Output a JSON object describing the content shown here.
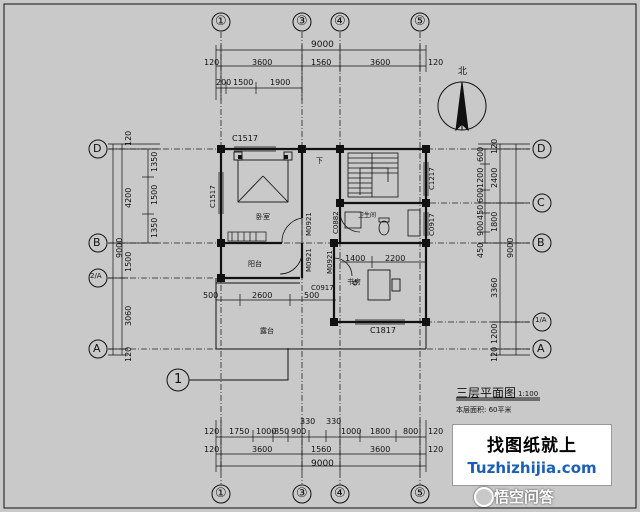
{
  "axes": {
    "columns": [
      "①",
      "③",
      "④",
      "⑤"
    ],
    "rows": [
      "D",
      "C",
      "B",
      "2/A",
      "1/A",
      "A"
    ],
    "extra": "1"
  },
  "dims": {
    "top_total": "9000",
    "top_parts": [
      "120",
      "3600",
      "1560",
      "3600",
      "120"
    ],
    "top_sub": [
      "200",
      "1500",
      "1900"
    ],
    "bottom_total": "9000",
    "bottom_parts": [
      "120",
      "3600",
      "1560",
      "3600",
      "120"
    ],
    "bottom_sub": [
      "120",
      "1750",
      "1000",
      "850",
      "900",
      "330",
      "1000",
      "1800",
      "800",
      "120"
    ],
    "bottom_sub2": [
      "330",
      "330"
    ],
    "left_outer": [
      "120",
      "4200",
      "1500",
      "3060",
      "120"
    ],
    "left_total": "9000",
    "left_inner": [
      "1350",
      "1500",
      "1350"
    ],
    "right_inner": [
      "600",
      "1200",
      "600",
      "450",
      "900",
      "450"
    ],
    "right_outer": [
      "120",
      "2400",
      "1800",
      "3360",
      "1200",
      "120"
    ],
    "right_total": "9000",
    "interior": [
      "500",
      "2600",
      "500",
      "1400",
      "2200"
    ]
  },
  "windows": {
    "c1517_top": "C1517",
    "c1517_left": "C1517",
    "c1217": "C1217",
    "c0917_right": "C0917",
    "c0917_mid": "C0917",
    "c1817": "C1817",
    "c0882": "C0882"
  },
  "doors": {
    "m0921_a": "M0921",
    "m0921_b": "M0921",
    "m0921_c": "M0921"
  },
  "rooms": {
    "bedroom": "卧室",
    "balcony": "阳台",
    "terrace": "露台",
    "study": "书房",
    "bathroom": "卫生间",
    "stair_down": "下"
  },
  "north": "北",
  "title": {
    "name": "三层平面图",
    "scale": "1:100",
    "area": "本层面积: 60平米"
  },
  "banner": {
    "cn": "找图纸就上",
    "en": "Tuzhizhijia.com"
  },
  "watermark": "悟空问答"
}
